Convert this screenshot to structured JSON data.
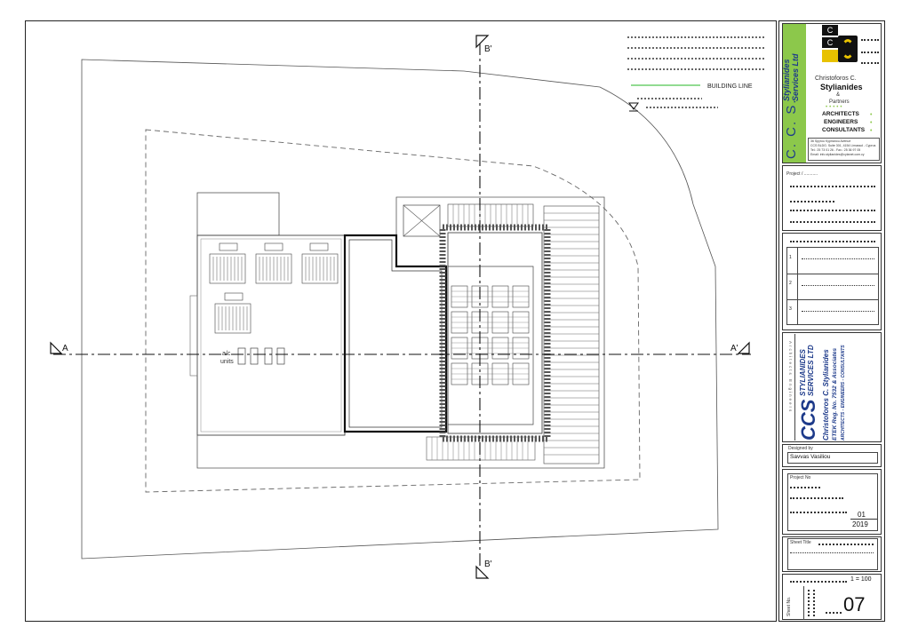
{
  "drawing": {
    "legend": {
      "building_line": "BUILDING LINE"
    },
    "sections": {
      "a": "A",
      "a_prime": "A'",
      "b_prime_top": "B'",
      "b_prime_bottom": "B'"
    },
    "ac_units": [
      "a/c",
      "units"
    ],
    "colors": {
      "building_line": "#6fcf6f",
      "line": "#333333",
      "green_band": "#8cc84b"
    }
  },
  "titleblock": {
    "vertical_brand": [
      "Stylianides",
      "Services Ltd"
    ],
    "vertical_ccs": "C. C. S.",
    "logo": "CCS logo",
    "firm": [
      "Christoforos C.",
      "Stylianides",
      "&",
      "Partners"
    ],
    "roles": [
      "ARCHITECTS",
      "ENGINEERS",
      "CONSULTANTS"
    ],
    "address": [
      "36 Spyrou Kyprianou Avenue",
      "CCS BLDG. Suite 301, 4154 Limassol - Cyprus",
      "Tel.: 25 73 01 26 - Fax.: 25 36 97 05",
      "Email: info.stylianides@cytanet.com.cy"
    ],
    "project_label": "Project / ...........",
    "rows": [
      "1",
      "2",
      "3"
    ],
    "stamp": {
      "big": "CCS",
      "line1": "STYLIANIDES",
      "line2": "SERVICES LTD",
      "line3": "Christoforos C. Stylianides",
      "line4": "ETEK Reg. No. 7532 & Associates",
      "line5": "ARCHITECTS - ENGINEERS - CONSULTANTS",
      "side": "Architects Engineers"
    },
    "designed_by_label": "Designed by",
    "designer": "Savvas Vasiliou",
    "project_no_label": "Project No",
    "rev": "01",
    "year": "2019",
    "sheet_title_label": "Sheet Title",
    "scale": "1 = 100",
    "sheet_no_label": "Sheet No.",
    "sheet_no": "07"
  }
}
